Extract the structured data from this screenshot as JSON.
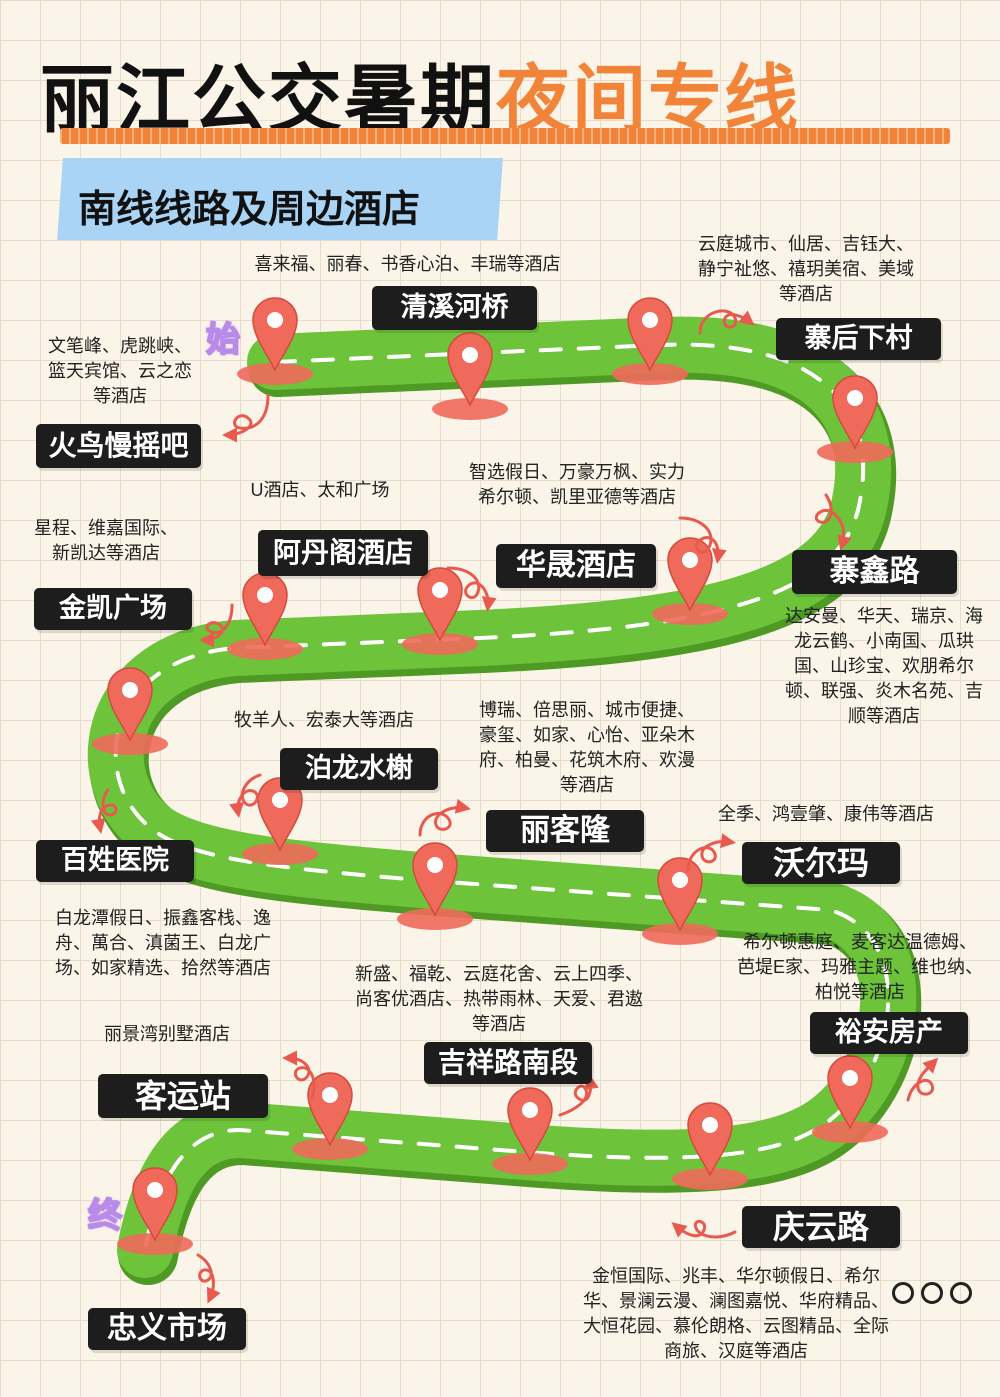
{
  "title": {
    "main": "丽江公交暑期",
    "accent": "夜间专线"
  },
  "subtitle": "南线线路及周边酒店",
  "markers": {
    "start": "始",
    "end": "终"
  },
  "colors": {
    "road": "#6dc43a",
    "road_shadow": "#4e9a25",
    "pin": "#f06a5b",
    "title_accent": "#f2843a",
    "subtitle_bg": "#a9d4f5",
    "label_bg": "#1d1d1d"
  },
  "stops": [
    {
      "name": "清溪河桥",
      "hotels": [
        "喜来福、丽春、书香心泊、丰瑞等酒店"
      ]
    },
    {
      "name": "寨后下村",
      "hotels": [
        "云庭城市、仙居、吉钰大、",
        "静宁祉悠、禧玥美宿、美域",
        "等酒店"
      ]
    },
    {
      "name": "火鸟慢摇吧",
      "hotels": [
        "文笔峰、虎跳峡、",
        "篮天宾馆、云之恋",
        "等酒店"
      ]
    },
    {
      "name": "阿丹阁酒店",
      "hotels": [
        "U酒店、太和广场"
      ]
    },
    {
      "name": "华晟酒店",
      "hotels": [
        "智选假日、万豪万枫、实力",
        "希尔顿、凯里亚德等酒店"
      ]
    },
    {
      "name": "寨鑫路",
      "hotels": [
        "达安曼、华天、瑞京、海",
        "龙云鹤、小南国、瓜珙",
        "国、山珍宝、欢朋希尔",
        "顿、联强、炎木名苑、吉",
        "顺等酒店"
      ]
    },
    {
      "name": "金凯广场",
      "hotels": [
        "星程、维嘉国际、",
        "新凯达等酒店"
      ]
    },
    {
      "name": "泊龙水榭",
      "hotels": [
        "牧羊人、宏泰大等酒店"
      ]
    },
    {
      "name": "丽客隆",
      "hotels": [
        "博瑞、倍思丽、城市便捷、",
        "豪玺、如家、心怡、亚朵木",
        "府、柏曼、花筑木府、欢漫",
        "等酒店"
      ]
    },
    {
      "name": "沃尔玛",
      "hotels": [
        "全季、鸿壹肇、康伟等酒店"
      ]
    },
    {
      "name": "百姓医院",
      "hotels": [
        "白龙潭假日、振鑫客栈、逸",
        "舟、萬合、滇菌王、白龙广",
        "场、如家精选、拾然等酒店"
      ]
    },
    {
      "name": "裕安房产",
      "hotels": [
        "希尔顿惠庭、麦客达温德姆、",
        "芭堤E家、玛雅主题、维也纳、",
        "柏悦等酒店"
      ]
    },
    {
      "name": "吉祥路南段",
      "hotels": [
        "新盛、福乾、云庭花舍、云上四季、",
        "尚客优酒店、热带雨林、天爱、君遨",
        "等酒店"
      ]
    },
    {
      "name": "客运站",
      "hotels": [
        "丽景湾别墅酒店"
      ]
    },
    {
      "name": "庆云路",
      "hotels": [
        "金恒国际、兆丰、华尔顿假日、希尔",
        "华、景澜云漫、澜图嘉悦、华府精品、",
        "大恒花园、慕伦朗格、云图精品、全际",
        "商旅、汉庭等酒店"
      ]
    },
    {
      "name": "忠义市场",
      "hotels": []
    }
  ]
}
